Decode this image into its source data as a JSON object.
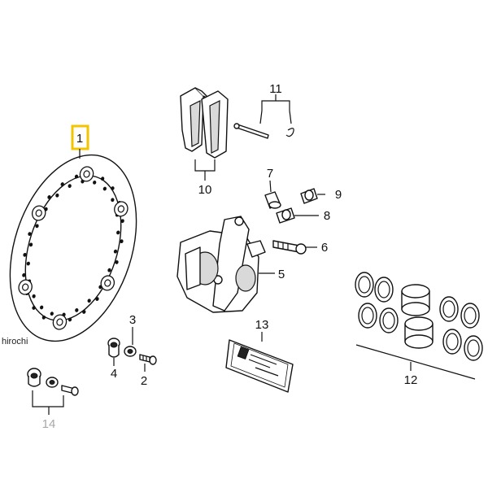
{
  "diagram": {
    "watermark": "hirochi",
    "highlight_color": "#f2c500",
    "callouts": [
      {
        "id": "c1",
        "label": "1",
        "highlighted": true
      },
      {
        "id": "c2",
        "label": "2"
      },
      {
        "id": "c3",
        "label": "3"
      },
      {
        "id": "c4",
        "label": "4"
      },
      {
        "id": "c5",
        "label": "5"
      },
      {
        "id": "c6",
        "label": "6"
      },
      {
        "id": "c7",
        "label": "7"
      },
      {
        "id": "c8",
        "label": "8"
      },
      {
        "id": "c9",
        "label": "9"
      },
      {
        "id": "c10",
        "label": "10"
      },
      {
        "id": "c11",
        "label": "11"
      },
      {
        "id": "c12",
        "label": "12"
      },
      {
        "id": "c13",
        "label": "13"
      },
      {
        "id": "c14",
        "label": "14",
        "faded": true
      }
    ]
  }
}
